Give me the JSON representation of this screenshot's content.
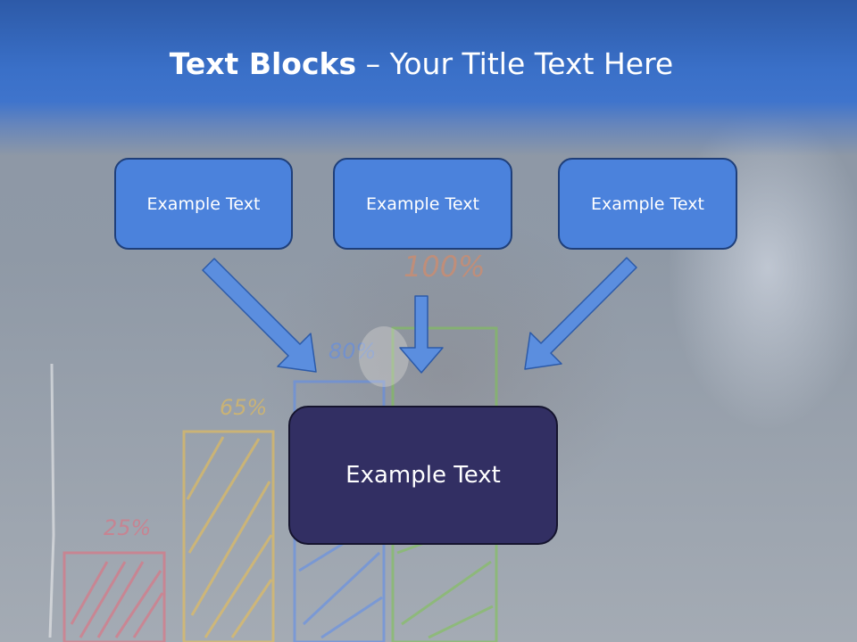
{
  "slide": {
    "title_bold": "Text Blocks",
    "title_rest": " – Your Title Text Here",
    "boxes": [
      {
        "label": "Example Text"
      },
      {
        "label": "Example Text"
      },
      {
        "label": "Example Text"
      }
    ],
    "center_label": "Example Text"
  },
  "background_chart": {
    "labels": [
      "25%",
      "65%",
      "80%",
      "100%"
    ]
  },
  "colors": {
    "box_fill": "#4b82dc",
    "box_border": "#1f3f7a",
    "center_fill": "#322f63",
    "arrow_fill": "#5b8edf",
    "header_blue": "#3f74cc"
  }
}
